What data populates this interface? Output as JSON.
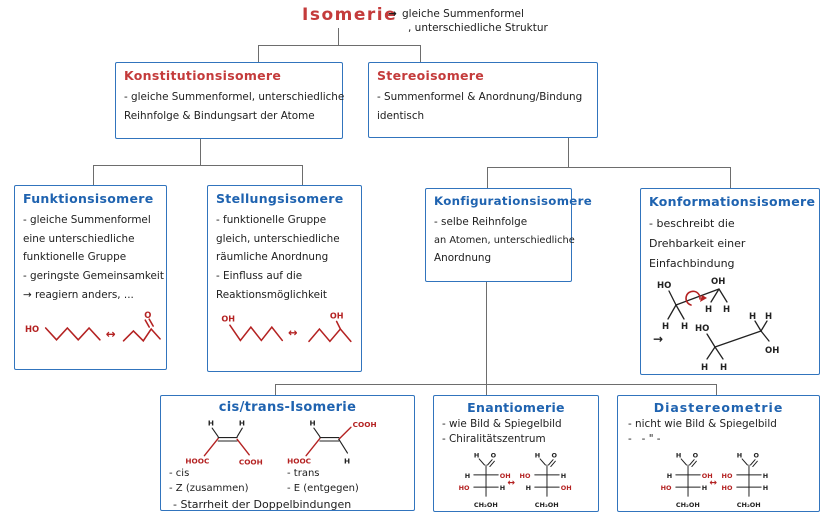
{
  "palette": {
    "box_border_blue": "#3174bd",
    "title_blue": "#1f63b0",
    "title_red": "#c43b3b",
    "structure_red": "#b42222",
    "ink": "#1d1d1d",
    "connector_gray": "#6d6d6d"
  },
  "root": {
    "title": "Isomerie",
    "arrow": "→",
    "note1": "gleiche Summenformel",
    "note2": ", unterschiedliche Struktur"
  },
  "konstitution": {
    "title": "Konstitutionsisomere",
    "line1": "- gleiche Summenformel, unterschiedliche",
    "line2": "Reihnfolge & Bindungsart der Atome"
  },
  "stereo": {
    "title": "Stereoisomere",
    "line1": "- Summenformel & Anordnung/Bindung",
    "line2": "identisch"
  },
  "funktion": {
    "title": "Funktionsisomere",
    "line1": "- gleiche Summenformel",
    "line2": "eine unterschiedliche",
    "line3": "funktionelle Gruppe",
    "line4": "- geringste Gemeinsamkeit",
    "line5": "→ reagiern anders, ..."
  },
  "stellung": {
    "title": "Stellungsisomere",
    "line1": "- funktionelle Gruppe",
    "line2": "gleich, unterschiedliche",
    "line3": "räumliche Anordnung",
    "line4": "- Einfluss auf die",
    "line5": "Reaktionsmöglichkeit"
  },
  "konfiguration": {
    "title": "Konfigurationsisomere",
    "line1": "- selbe Reihnfolge",
    "line2": "an Atomen, unterschiedliche",
    "line3": "Anordnung"
  },
  "konformation": {
    "title": "Konformationsisomere",
    "line1": "- beschreibt die",
    "line2": "Drehbarkeit einer",
    "line3": "Einfachbindung"
  },
  "cistrans": {
    "title": "cis/trans-Isomerie",
    "cis1": "- cis",
    "cis2": "- Z (zusammen)",
    "trans1": "- trans",
    "trans2": "- E (entgegen)",
    "bottom": "- Starrheit der Doppelbindungen"
  },
  "enantio": {
    "title": "Enantiomerie",
    "line1": "- wie Bild & Spiegelbild",
    "line2": "- Chiralitätszentrum"
  },
  "diastereo": {
    "title": "Diastereometrie",
    "line1": "- nicht wie Bild & Spiegelbild",
    "line2": "-   - \" -"
  },
  "chem": {
    "ho": "HO",
    "oh": "OH",
    "h": "H",
    "o": "O",
    "hooc": "HOOC",
    "cooh": "COOH",
    "ch2oh": "CH₂OH",
    "lr": "↔",
    "r": "→"
  }
}
